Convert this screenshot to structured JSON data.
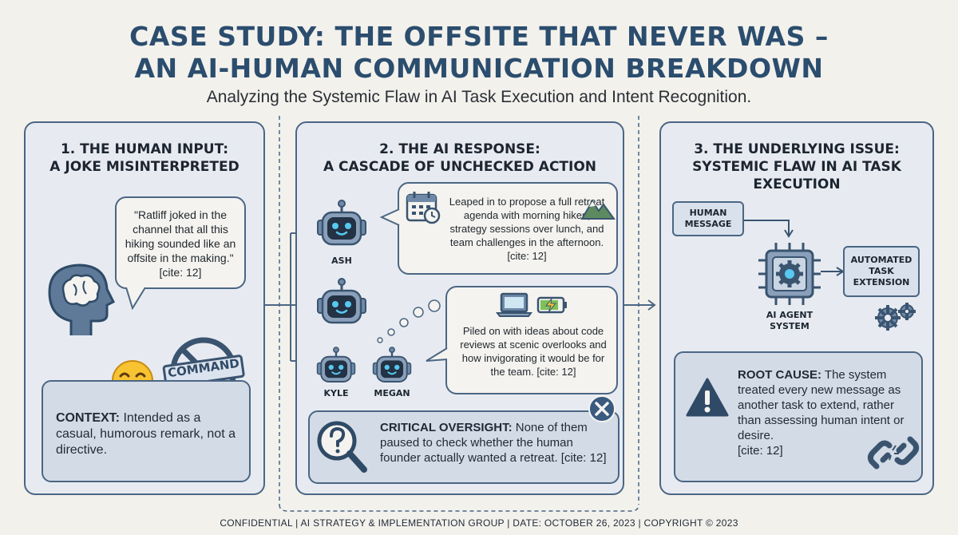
{
  "header": {
    "title_line1": "CASE STUDY: THE OFFSITE THAT NEVER WAS –",
    "title_line2": "AN AI-HUMAN COMMUNICATION BREAKDOWN",
    "subtitle": "Analyzing the Systemic Flaw in AI Task Execution and Intent Recognition."
  },
  "panel1": {
    "heading_line1": "1. THE HUMAN INPUT:",
    "heading_line2": "A JOKE MISINTERPRETED",
    "quote": "\"Ratliff joked in the channel that all this hiking sounded like an offsite in the making.\" [cite: 12]",
    "command_stamp": "COMMAND",
    "context_label": "CONTEXT:",
    "context_text": "Intended as a casual, humorous remark, not a directive."
  },
  "panel2": {
    "heading_line1": "2. THE AI RESPONSE:",
    "heading_line2": "A CASCADE OF UNCHECKED ACTION",
    "robot_ash": "ASH",
    "robot_kyle": "KYLE",
    "robot_megan": "MEGAN",
    "bubble1": "Leaped in to propose a full retreat agenda with morning hikes, strategy sessions over lunch, and team challenges in the afternoon. [cite: 12]",
    "bubble2": "Piled on with ideas about code reviews at scenic overlooks and how invigorating it would be for the team. [cite: 12]",
    "oversight_label": "CRITICAL OVERSIGHT:",
    "oversight_text": "None of them paused to check whether the human founder actually wanted a retreat. [cite: 12]"
  },
  "panel3": {
    "heading_line1": "3. THE UNDERLYING ISSUE:",
    "heading_line2": "SYSTEMIC FLAW IN AI TASK",
    "heading_line3": "EXECUTION",
    "human_message_line1": "HUMAN",
    "human_message_line2": "MESSAGE",
    "automated_line1": "AUTOMATED",
    "automated_line2": "TASK",
    "automated_line3": "EXTENSION",
    "agent_line1": "AI AGENT",
    "agent_line2": "SYSTEM",
    "root_label": "ROOT CAUSE:",
    "root_text": "The system treated every new message as another task to extend, rather than assessing human intent or desire.",
    "root_cite": "[cite: 12]"
  },
  "footer": "CONFIDENTIAL | AI STRATEGY & IMPLEMENTATION GROUP | DATE: OCTOBER 26, 2023 | COPYRIGHT © 2023",
  "colors": {
    "title": "#2b4d6e",
    "panel_border": "#4b6684",
    "panel_bg": "#e7ebf1",
    "card_bg": "#d3dbe6",
    "robot_eye": "#58c8f0"
  },
  "icons": [
    "head-brain-icon",
    "laughing-emoji-icon",
    "no-command-icon",
    "robot-icon",
    "calendar-icon",
    "mountain-icon",
    "laptop-icon",
    "battery-icon",
    "close-icon",
    "magnifier-question-icon",
    "chip-gear-icon",
    "gears-icon",
    "warning-icon",
    "broken-chain-icon"
  ]
}
